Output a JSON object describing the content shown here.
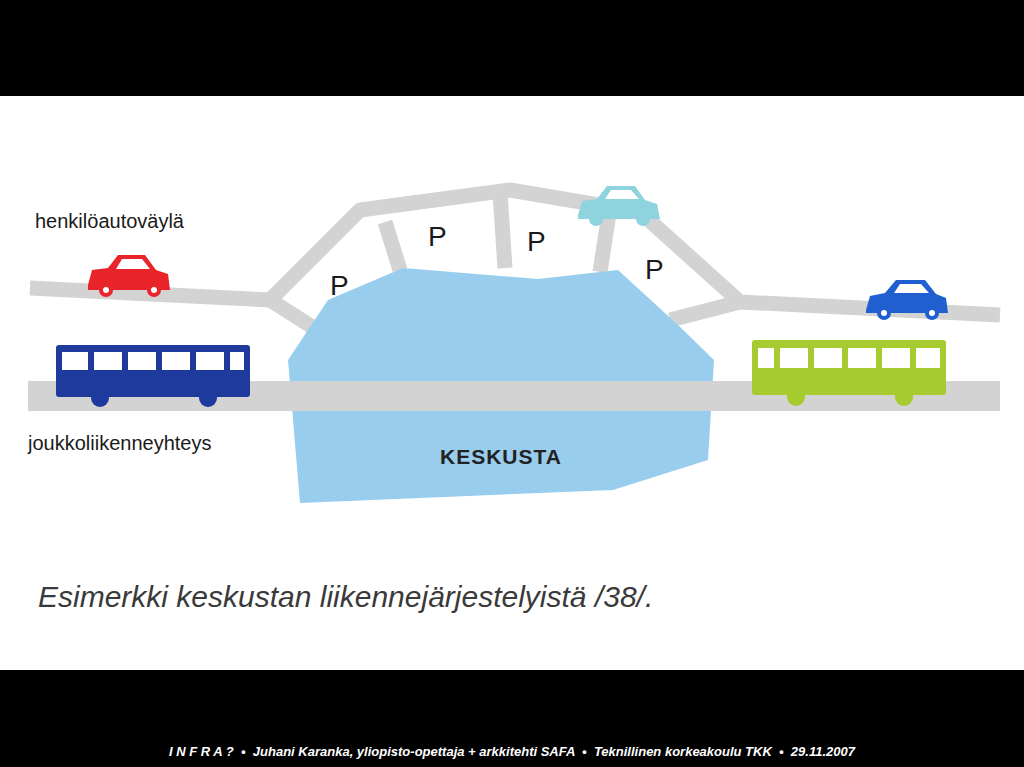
{
  "diagram": {
    "caption": "Esimerkki keskustan liikennejärjestelyistä /38/.",
    "nodes": [
      {
        "text": [
          "KESKUSTA"
        ]
      }
    ],
    "labels": [
      "henkilöautoväylä",
      "P",
      "P",
      "P",
      "P",
      "joukkoliikenneyhteys",
      "I N F R A ?  •  Juhani Karanka, yliopisto-opettaja + arkkitehti SAFA  •  Teknillinen korkeakoulu TKK  •  29.11.2007"
    ]
  }
}
